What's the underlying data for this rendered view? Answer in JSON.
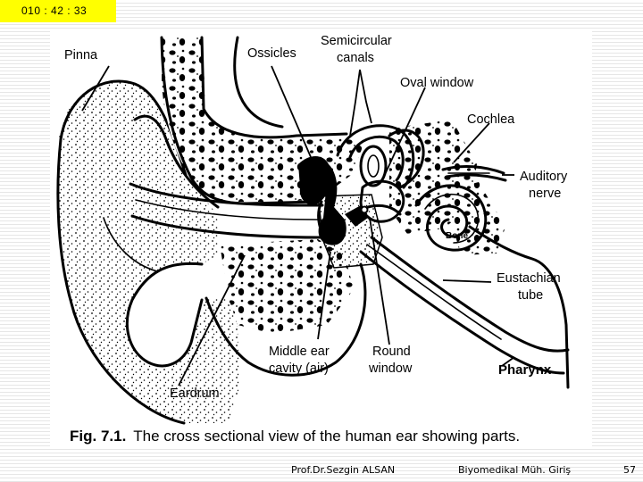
{
  "timer": "010 : 42 : 33",
  "figure": {
    "labels": {
      "pinna": "Pinna",
      "ossicles": "Ossicles",
      "semicircular_line1": "Semicircular",
      "semicircular_line2": "canals",
      "oval_window": "Oval window",
      "cochlea": "Cochlea",
      "auditory_line1": "Auditory",
      "auditory_line2": "nerve",
      "bone": "Bone",
      "eustachian_line1": "Eustachian",
      "eustachian_line2": "tube",
      "pharynx": "Pharynx",
      "middle_ear_line1": "Middle ear",
      "middle_ear_line2": "cavity (air)",
      "round_line1": "Round",
      "round_line2": "window",
      "eardrum": "Eardrum"
    },
    "caption_number": "Fig. 7.1.",
    "caption_text": "The cross sectional view of the human ear showing parts."
  },
  "footer": {
    "author": "Prof.Dr.Sezgin ALSAN",
    "course": "Biyomedikal Müh. Giriş",
    "page": "57"
  }
}
